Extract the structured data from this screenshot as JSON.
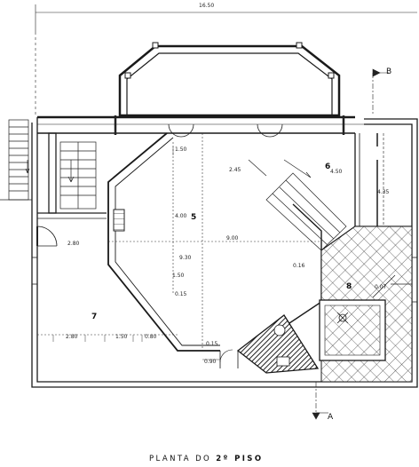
{
  "title": {
    "prefix": "PLANTA DO",
    "floor": "2º PISO"
  },
  "overall_dimension": "16.50",
  "rooms": [
    "5",
    "6",
    "7",
    "8"
  ],
  "dimensions": [
    "1.50",
    "2.45",
    "4.50",
    "4.35",
    "4.00",
    "9.00",
    "2.80",
    "9.30",
    "1.50",
    "0.15",
    "2.80",
    "1.50",
    "0.80",
    "0.15",
    "0.90",
    "0.16",
    "0.07"
  ],
  "section_markers": [
    "A",
    "B"
  ],
  "colors": {
    "line": "#1a1a1a",
    "paper": "#ffffff",
    "hatch": "#333333"
  }
}
